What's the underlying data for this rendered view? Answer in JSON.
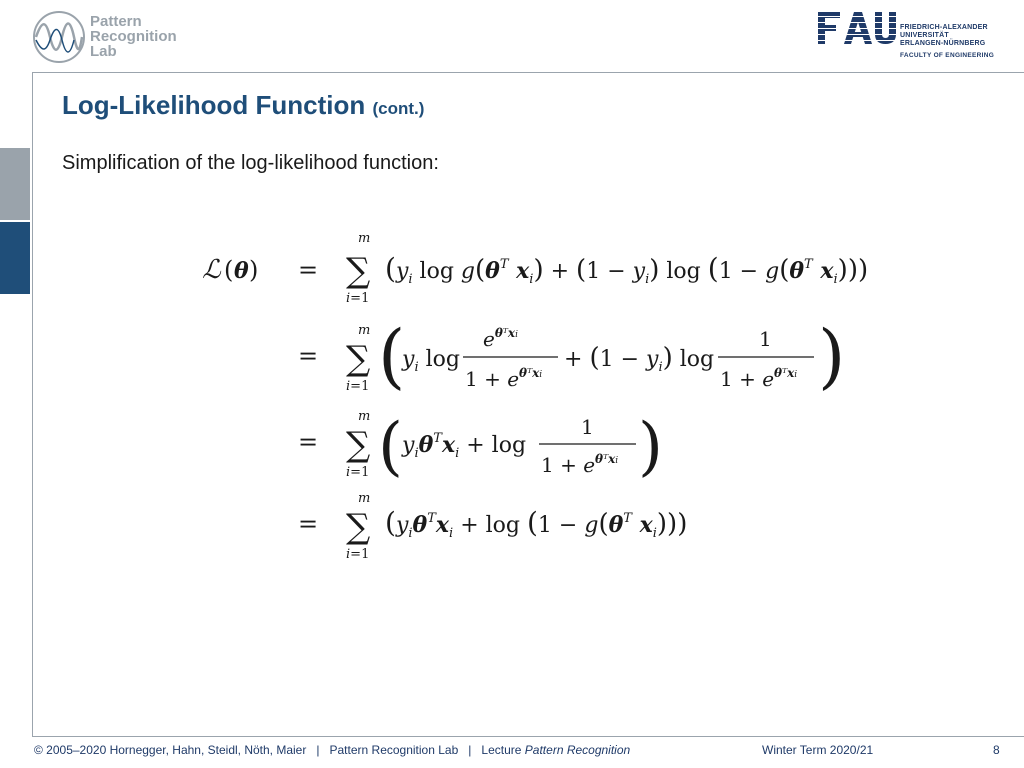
{
  "header": {
    "lab_name": [
      "Pattern",
      "Recognition",
      "Lab"
    ],
    "university_lines": [
      "FRIEDRICH-ALEXANDER",
      "UNIVERSITÄT",
      "ERLANGEN-NÜRNBERG"
    ],
    "faculty": "FACULTY OF ENGINEERING"
  },
  "slide": {
    "title": "Log-Likelihood Function",
    "title_suffix": "(cont.)",
    "subtitle": "Simplification of the log-likelihood function:"
  },
  "footer": {
    "copyright": "© 2005–2020 Hornegger, Hahn, Steidl, Nöth, Maier",
    "separator": "|",
    "lab": "Pattern Recognition Lab",
    "lecture_prefix": "Lecture",
    "lecture_name": "Pattern Recognition",
    "term": "Winter Term 2020/21",
    "page": "8"
  },
  "colors": {
    "accent": "#1f4e79",
    "grey": "#9aa3ab",
    "brand_dark": "#1f3a68"
  }
}
